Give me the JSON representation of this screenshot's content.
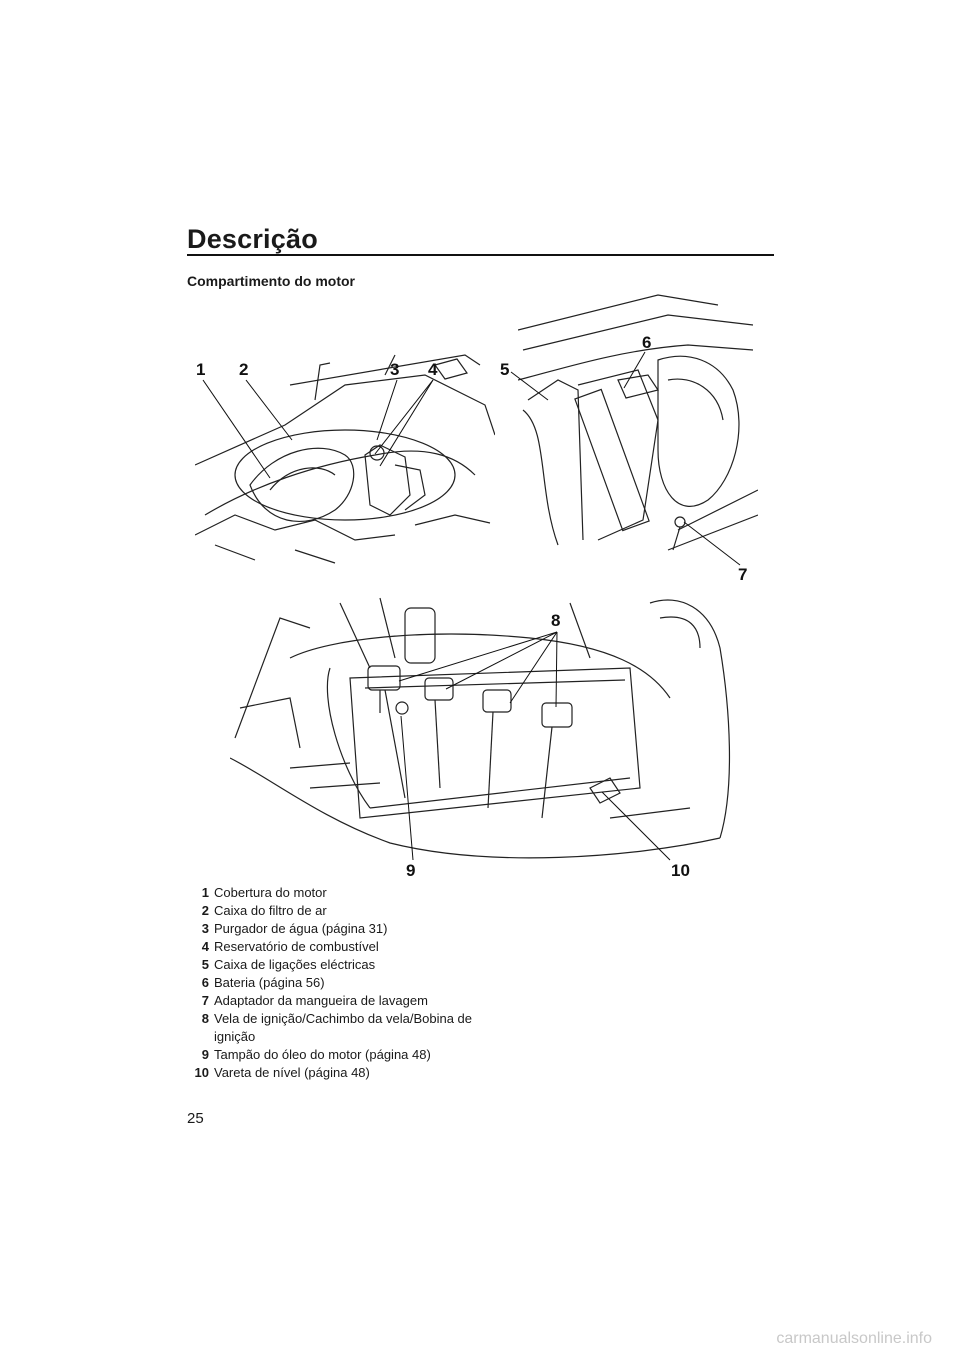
{
  "page": {
    "title": "Descrição",
    "subtitle": "Compartimento do motor",
    "page_number": "25"
  },
  "callouts": [
    "1",
    "2",
    "3",
    "4",
    "5",
    "6",
    "7",
    "8",
    "9",
    "10"
  ],
  "legend": [
    {
      "num": "1",
      "text": "Cobertura do motor"
    },
    {
      "num": "2",
      "text": "Caixa do filtro de ar"
    },
    {
      "num": "3",
      "text": "Purgador de água (página 31)"
    },
    {
      "num": "4",
      "text": "Reservatório de combustível"
    },
    {
      "num": "5",
      "text": "Caixa de ligações eléctricas"
    },
    {
      "num": "6",
      "text": "Bateria (página 56)"
    },
    {
      "num": "7",
      "text": "Adaptador da mangueira de lavagem"
    },
    {
      "num": "8",
      "text": "Vela de ignição/Cachimbo da vela/Bobina de ignição"
    },
    {
      "num": "9",
      "text": "Tampão do óleo do motor (página 48)"
    },
    {
      "num": "10",
      "text": "Vareta de nível (página 48)"
    }
  ],
  "watermark": "carmanualsonline.info"
}
